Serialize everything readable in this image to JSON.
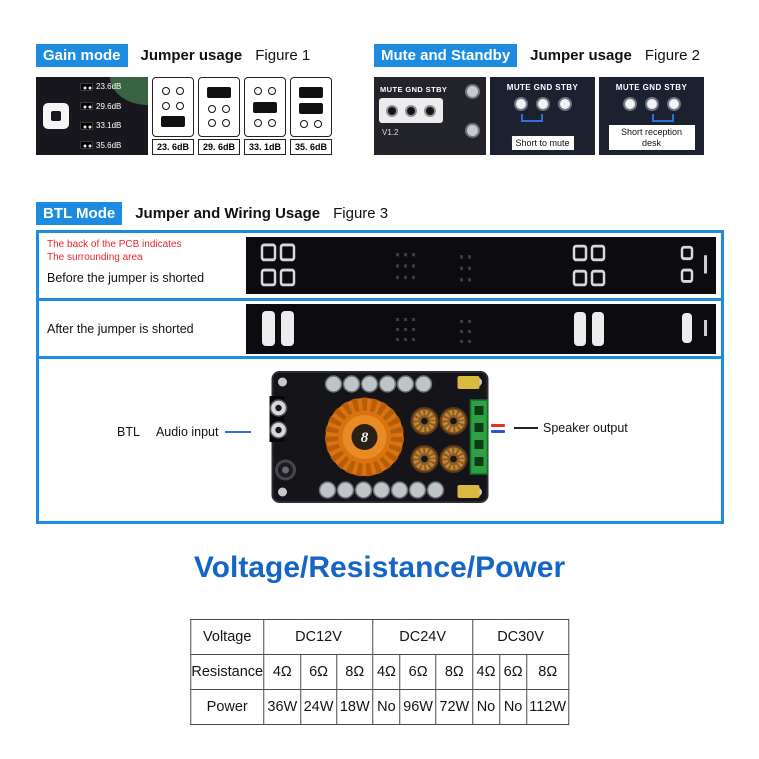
{
  "colors": {
    "accent_blue": "#1d8be0",
    "title_blue": "#1565c8",
    "alert_red": "#e60012",
    "note_red": "#e8252c"
  },
  "gain": {
    "chip": "Gain mode",
    "subtitle": "Jumper usage",
    "figure": "Figure 1",
    "photo_labels": [
      "23.6dB",
      "29.6dB",
      "33.1dB",
      "35.6dB"
    ],
    "diagrams": [
      {
        "label": "23. 6dB",
        "caps": [
          0,
          0,
          1
        ]
      },
      {
        "label": "29. 6dB",
        "caps": [
          1,
          0,
          0
        ]
      },
      {
        "label": "33. 1dB",
        "caps": [
          0,
          1,
          0
        ]
      },
      {
        "label": "35. 6dB",
        "caps": [
          1,
          1,
          0
        ]
      }
    ]
  },
  "mute": {
    "chip": "Mute and Standby",
    "subtitle": "Jumper usage",
    "figure": "Figure 2",
    "photo_pin_label": "MUTE GND STBY",
    "photo_version": "V1.2",
    "diagrams": [
      {
        "pins": "MUTE GND STBY",
        "caption": "Short to mute",
        "short_start": 0
      },
      {
        "pins": "MUTE GND STBY",
        "caption": "Short reception desk",
        "short_start": 1
      }
    ]
  },
  "btl": {
    "chip": "BTL Mode",
    "subtitle": "Jumper and Wiring Usage",
    "figure": "Figure 3",
    "note_line1": "The back of the PCB indicates",
    "note_line2": "The surrounding area",
    "before_label": "Before the jumper is shorted",
    "after_label": "After the jumper is shorted",
    "btl_text": "BTL",
    "audio_input": "Audio input",
    "speaker_output": "Speaker output"
  },
  "power": {
    "title": "Voltage/Resistance/Power",
    "voltage_header": "Voltage",
    "resistance_header": "Resistance",
    "power_header": "Power",
    "voltages": [
      "DC12V",
      "DC24V",
      "DC30V"
    ],
    "resistances": [
      "4Ω",
      "6Ω",
      "8Ω",
      "4Ω",
      "6Ω",
      "8Ω",
      "4Ω",
      "6Ω",
      "8Ω"
    ],
    "powers": [
      {
        "value": "36W",
        "alert": false
      },
      {
        "value": "24W",
        "alert": false
      },
      {
        "value": "18W",
        "alert": false
      },
      {
        "value": "No",
        "alert": true
      },
      {
        "value": "96W",
        "alert": false
      },
      {
        "value": "72W",
        "alert": false
      },
      {
        "value": "No",
        "alert": true
      },
      {
        "value": "No",
        "alert": true
      },
      {
        "value": "112W",
        "alert": false
      }
    ]
  },
  "chart_data": {
    "type": "table",
    "title": "Voltage/Resistance/Power",
    "row_headers": [
      "Voltage",
      "Resistance",
      "Power"
    ],
    "groups": [
      {
        "voltage": "DC12V",
        "resistance": [
          "4Ω",
          "6Ω",
          "8Ω"
        ],
        "power": [
          "36W",
          "24W",
          "18W"
        ]
      },
      {
        "voltage": "DC24V",
        "resistance": [
          "4Ω",
          "6Ω",
          "8Ω"
        ],
        "power": [
          "No",
          "96W",
          "72W"
        ]
      },
      {
        "voltage": "DC30V",
        "resistance": [
          "4Ω",
          "6Ω",
          "8Ω"
        ],
        "power": [
          "No",
          "No",
          "112W"
        ]
      }
    ]
  }
}
